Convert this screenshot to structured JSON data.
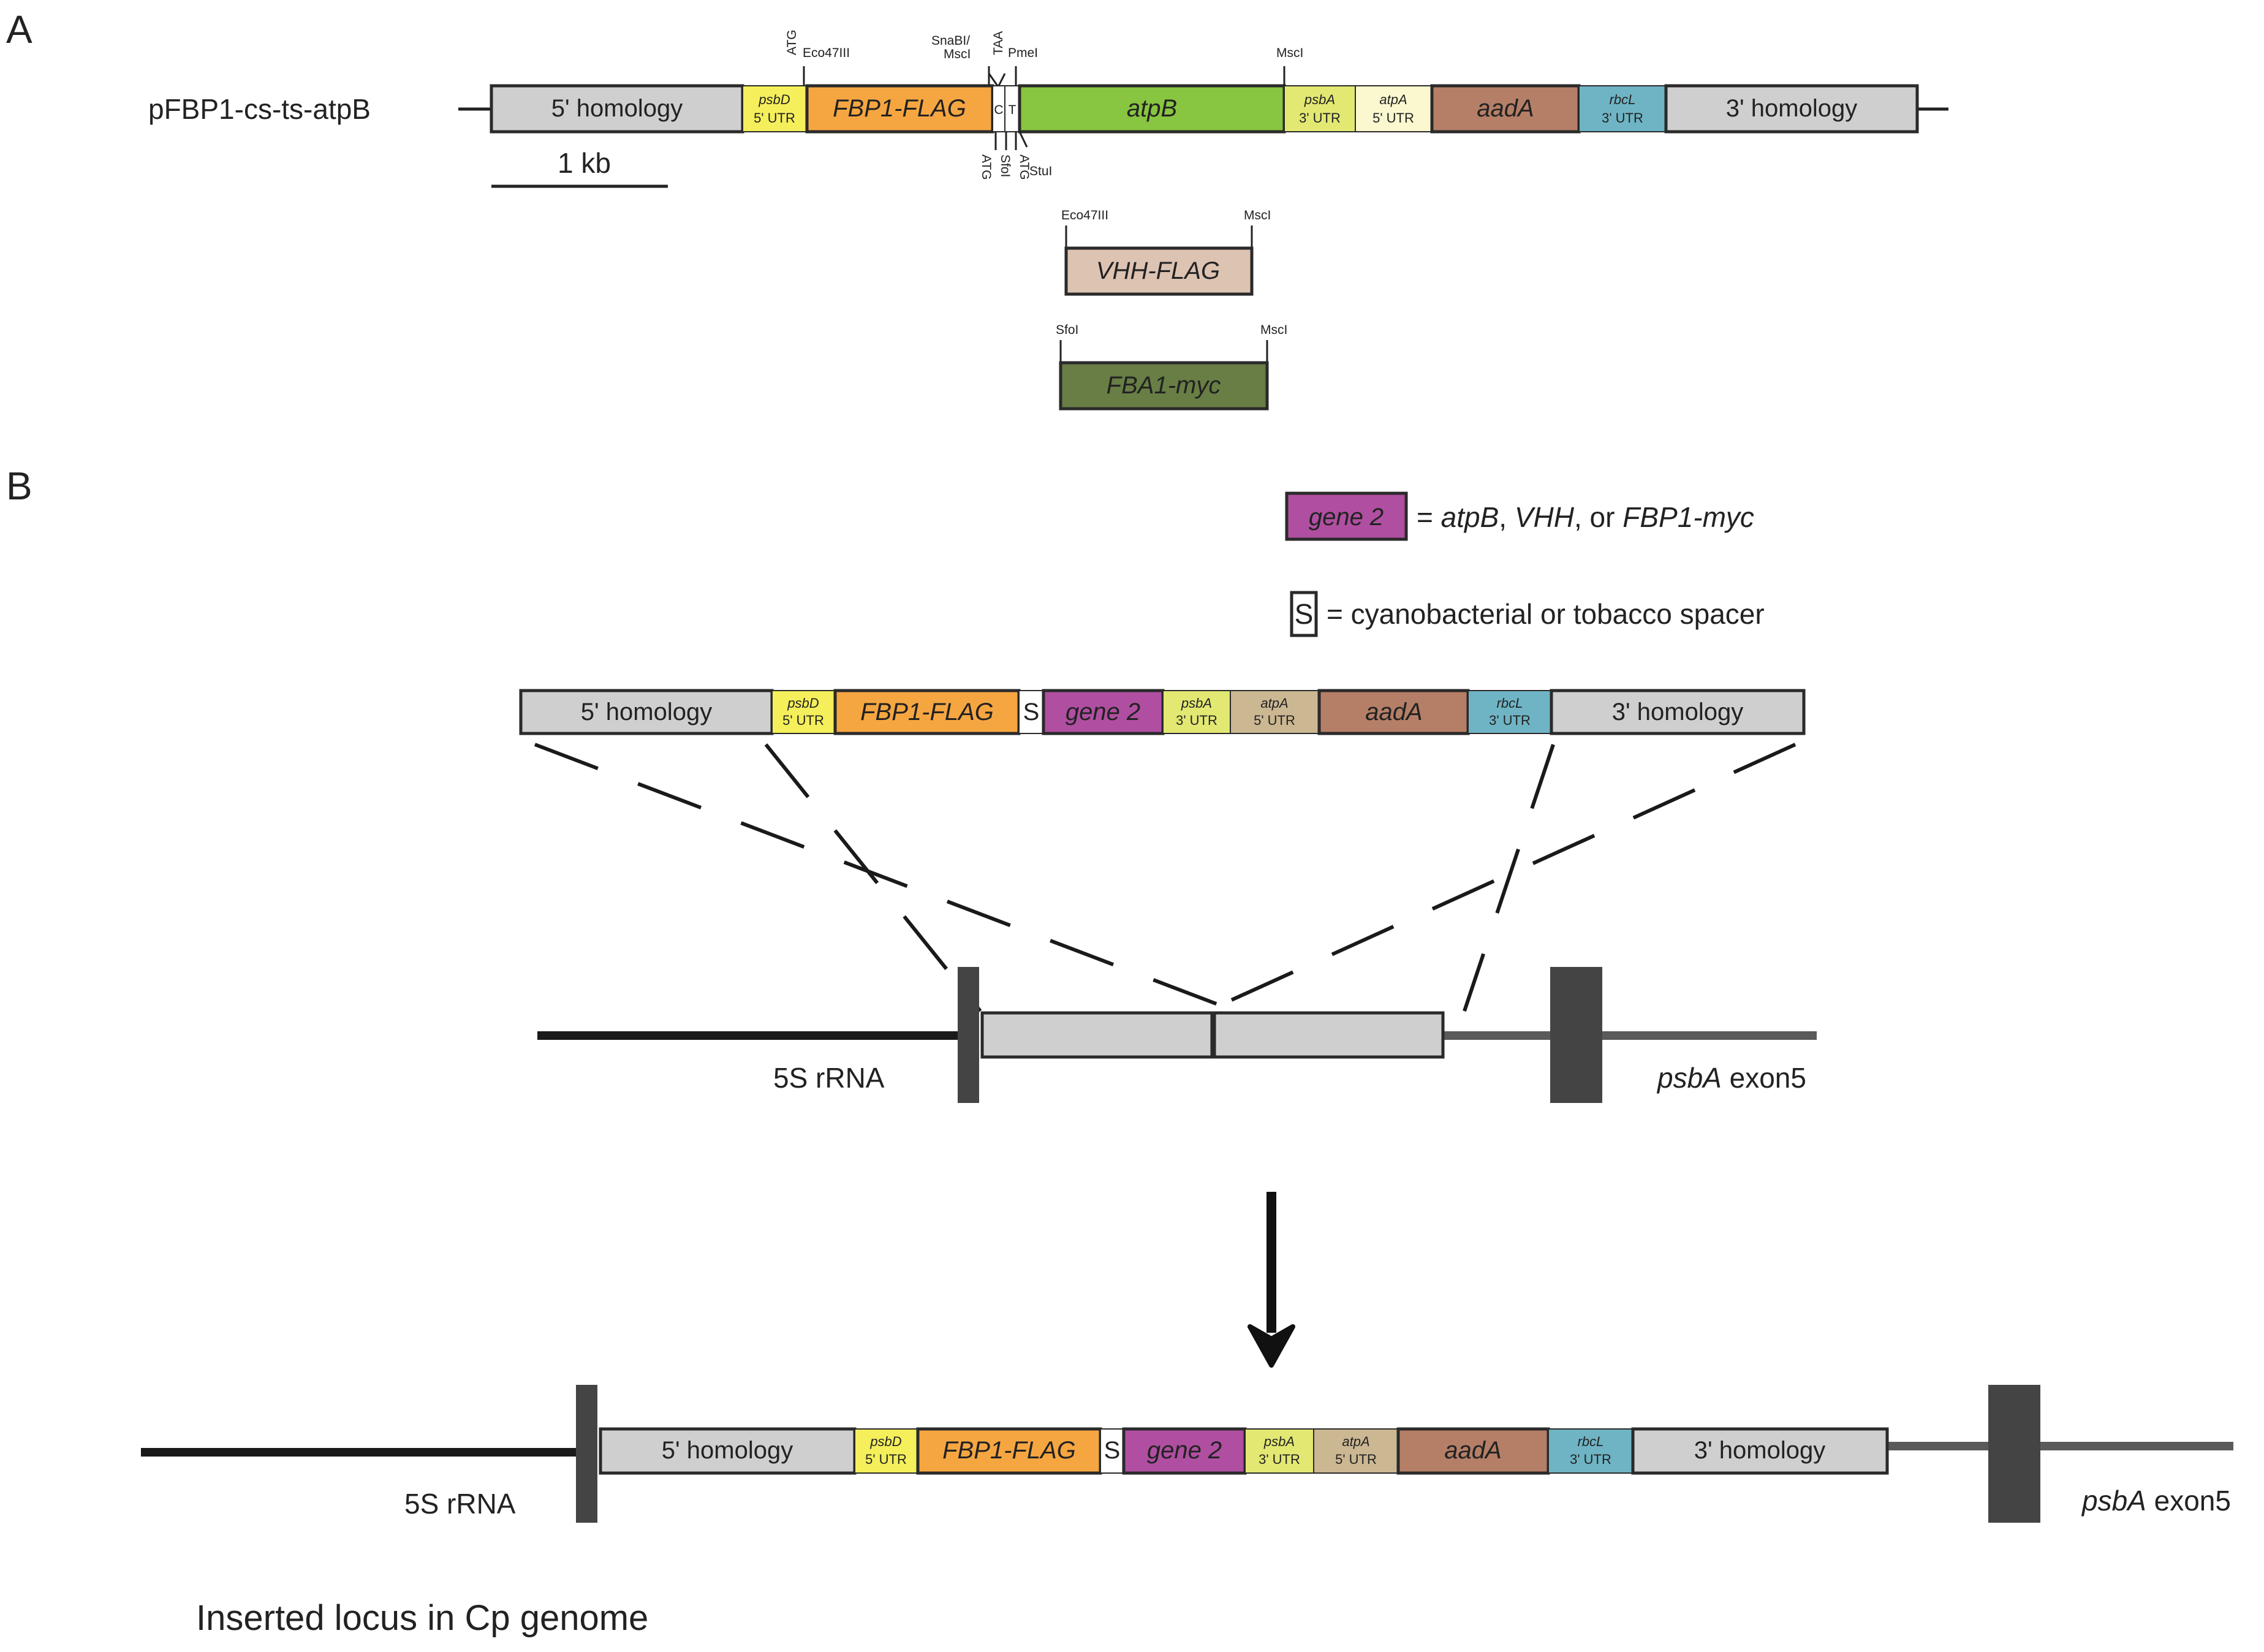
{
  "panels": {
    "a": "A",
    "b": "B"
  },
  "colors": {
    "homology": "#cfcfcf",
    "psbD_utr": "#f4ef5a",
    "fbp1_flag": "#f6a641",
    "atpB": "#88c540",
    "psbA_utr": "#e2e872",
    "atpA_utr_a": "#fbf8cf",
    "atpA_utr_b": "#cbb792",
    "aadA": "#b57f67",
    "rbcL_utr": "#6fb4c4",
    "gene2": "#b04fa1",
    "vhh_flag": "#ddc3b2",
    "fba1_myc": "#687e45",
    "genome_dark": "#1a1a1a",
    "genome_mid": "#5a5a5a",
    "block": "#444444"
  },
  "panel_a": {
    "construct_name": "pFBP1-cs-ts-atpB",
    "segments": {
      "homology5": "5' homology",
      "psbD_gene": "psbD",
      "psbD_utr": "5' UTR",
      "fbp1": "FBP1-FLAG",
      "c": "C",
      "t": "T",
      "atpB": "atpB",
      "psbA_gene": "psbA",
      "psbA_utr": "3' UTR",
      "atpA_gene": "atpA",
      "atpA_utr": "5' UTR",
      "aadA": "aadA",
      "rbcL_gene": "rbcL",
      "rbcL_utr": "3' UTR",
      "homology3": "3' homology"
    },
    "sites_top": {
      "atg": "ATG",
      "eco47iii": "Eco47III",
      "snabi1": "SnaBI/",
      "snabi2": "MscI",
      "taa": "TAA",
      "pmei": "PmeI",
      "msci": "MscI"
    },
    "sites_bottom": {
      "atg1": "ATG",
      "sfoi": "SfoI",
      "atg2": "ATG",
      "stui": "StuI"
    },
    "scale_label": "1 kb",
    "vhh": {
      "label": "VHH-FLAG",
      "site_left": "Eco47III",
      "site_right": "MscI"
    },
    "fba1": {
      "label": "FBA1-myc",
      "site_left": "SfoI",
      "site_right": "MscI"
    }
  },
  "panel_b": {
    "legend1": {
      "box": "gene 2",
      "eq": "= ",
      "g1": "atpB",
      "c1": ", ",
      "g2": "VHH",
      "c2": ", or ",
      "g3": "FBP1-myc"
    },
    "legend2": {
      "box": "S",
      "text": "= cyanobacterial or tobacco spacer"
    },
    "cassette": {
      "homology5": "5' homology",
      "psbD_gene": "psbD",
      "psbD_utr": "5' UTR",
      "fbp1": "FBP1-FLAG",
      "s": "S",
      "gene2": "gene 2",
      "psbA_gene": "psbA",
      "psbA_utr": "3' UTR",
      "atpA_gene": "atpA",
      "atpA_utr": "5' UTR",
      "aadA": "aadA",
      "rbcL_gene": "rbcL",
      "rbcL_utr": "3' UTR",
      "homology3": "3' homology"
    },
    "target": {
      "left_label": "5S rRNA",
      "right_gene": "psbA",
      "right_suffix": " exon5"
    },
    "result": {
      "left_label": "5S rRNA",
      "right_gene": "psbA",
      "right_suffix": " exon5"
    },
    "footer": "Inserted locus in Cp genome"
  }
}
